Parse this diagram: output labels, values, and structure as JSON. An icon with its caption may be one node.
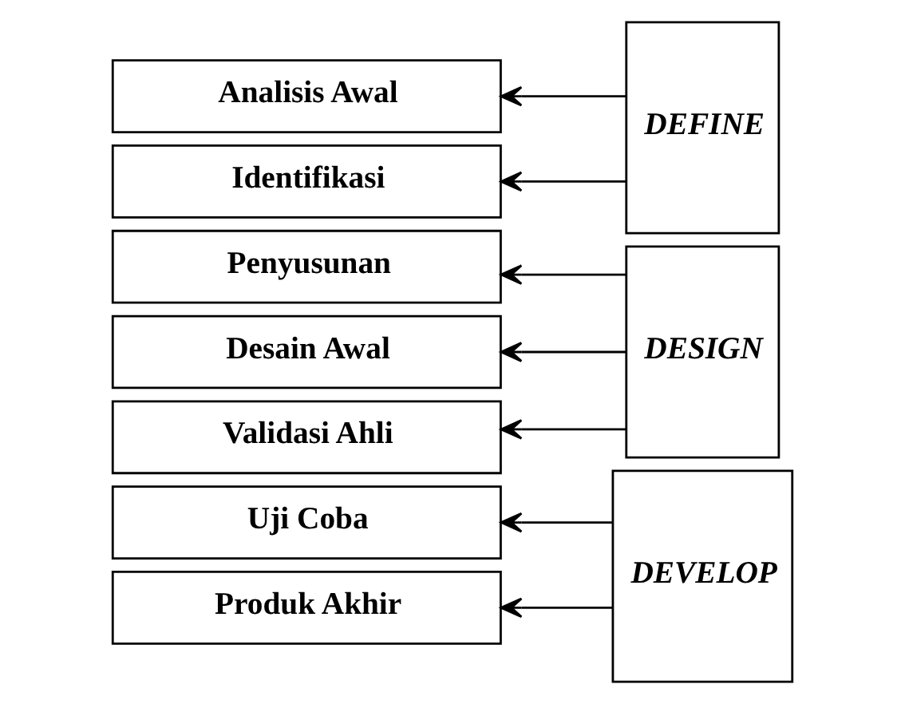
{
  "diagram": {
    "nodes": [
      {
        "text": [
          "Analisis Awal"
        ]
      },
      {
        "text": [
          "Identifikasi"
        ]
      },
      {
        "text": [
          "Penyusunan"
        ]
      },
      {
        "text": [
          "Desain Awal"
        ]
      },
      {
        "text": [
          "Validasi Ahli"
        ]
      },
      {
        "text": [
          "Uji Coba"
        ]
      },
      {
        "text": [
          "Produk Akhir"
        ]
      },
      {
        "text": [
          "DEFINE"
        ]
      },
      {
        "text": [
          "DESIGN"
        ]
      },
      {
        "text": [
          "DEVELOP"
        ]
      }
    ],
    "edges": [
      {
        "from": 7,
        "to": 0,
        "arrow": "to"
      },
      {
        "from": 7,
        "to": 1,
        "arrow": "to"
      },
      {
        "from": 8,
        "to": 2,
        "arrow": "to"
      },
      {
        "from": 8,
        "to": 3,
        "arrow": "to"
      },
      {
        "from": 8,
        "to": 4,
        "arrow": "to"
      },
      {
        "from": 9,
        "to": 5,
        "arrow": "to"
      },
      {
        "from": 9,
        "to": 6,
        "arrow": "to"
      }
    ]
  }
}
